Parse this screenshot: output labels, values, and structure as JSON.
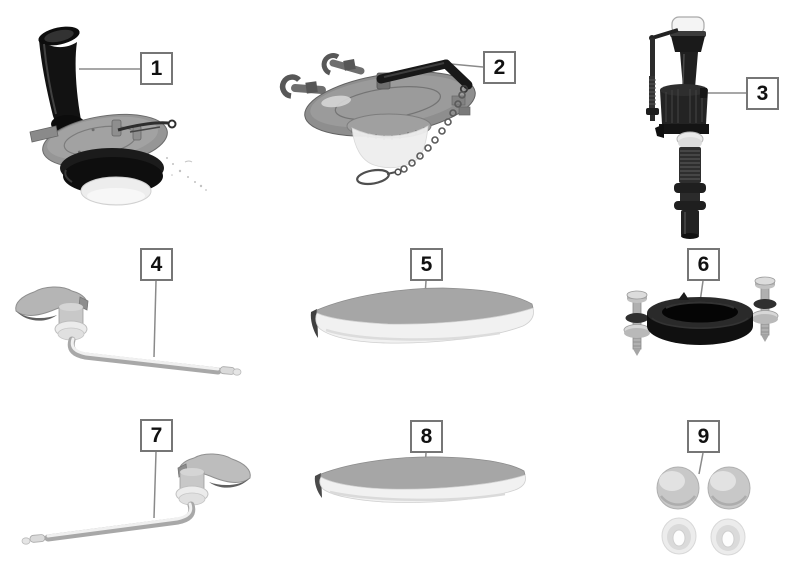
{
  "canvas": {
    "background": "#ffffff"
  },
  "palette": {
    "callout_border": "#767676",
    "callout_background": "#ffffff",
    "callout_text": "#111111",
    "leader_line": "#8a8a8a",
    "part_dark": "#1a1a1a",
    "part_gray": "#9a9a9a",
    "part_light": "#efefef"
  },
  "callouts": [
    {
      "label": "1",
      "part": "flush-valve-assembly"
    },
    {
      "label": "2",
      "part": "flapper-with-chain"
    },
    {
      "label": "3",
      "part": "fill-valve"
    },
    {
      "label": "4",
      "part": "trip-lever"
    },
    {
      "label": "5",
      "part": "tank-lid"
    },
    {
      "label": "6",
      "part": "tank-to-bowl-gasket-with-bolts"
    },
    {
      "label": "7",
      "part": "trip-lever-reversed"
    },
    {
      "label": "8",
      "part": "tank-lid-low-profile"
    },
    {
      "label": "9",
      "part": "bolt-caps-and-washers"
    }
  ]
}
